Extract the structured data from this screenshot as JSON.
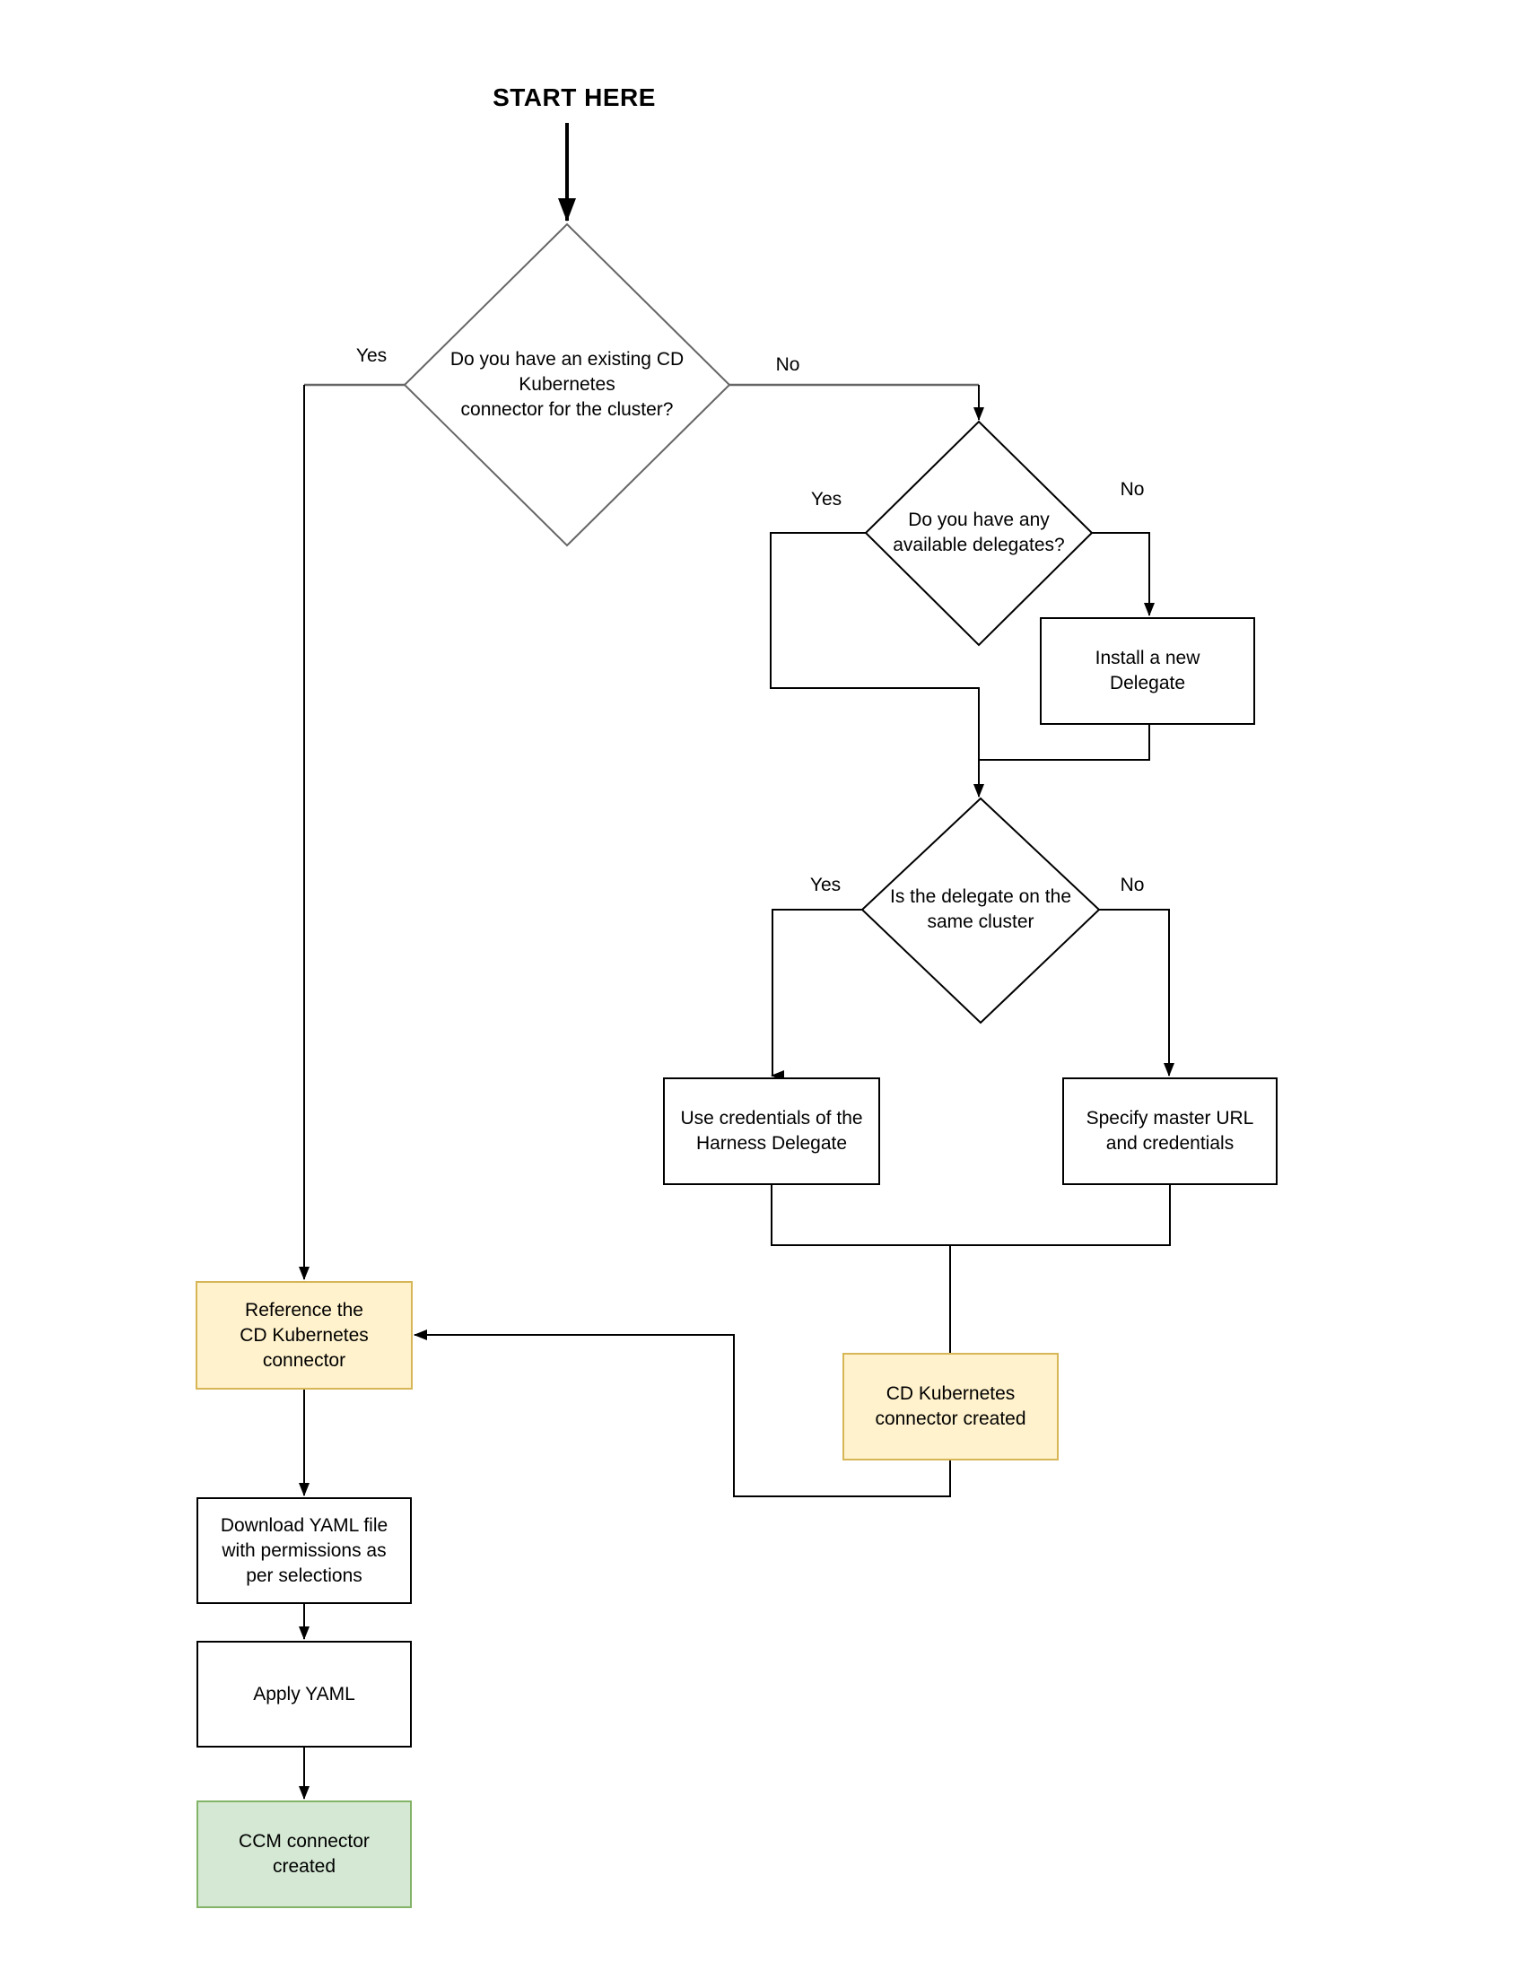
{
  "title": "START HERE",
  "decisions": {
    "existing_connector": "Do you have an existing CD\nKubernetes\nconnector for the cluster?",
    "available_delegates": "Do you have any\navailable delegates?",
    "delegate_same_cluster": "Is the delegate on the\nsame cluster"
  },
  "steps": {
    "install_delegate": "Install a new\nDelegate",
    "use_delegate_credentials": "Use credentials of the\nHarness Delegate",
    "specify_master_url": "Specify master URL\nand credentials",
    "reference_connector": "Reference the\nCD Kubernetes\nconnector",
    "cd_connector_created": "CD Kubernetes\nconnector created",
    "download_yaml": "Download YAML file\nwith permissions as\nper selections",
    "apply_yaml": "Apply YAML",
    "ccm_connector_created": "CCM connector\ncreated"
  },
  "branch_labels": {
    "existing_connector_yes": "Yes",
    "existing_connector_no": "No",
    "available_delegates_yes": "Yes",
    "available_delegates_no": "No",
    "same_cluster_yes": "Yes",
    "same_cluster_no": "No"
  },
  "colors": {
    "highlight_fill": "#fff2cc",
    "highlight_border": "#d6b656",
    "success_fill": "#d5e8d4",
    "success_border": "#82b366",
    "node_border": "#000000",
    "edge": "#000000",
    "edge_gray": "#666666",
    "canvas": "#ffffff"
  }
}
